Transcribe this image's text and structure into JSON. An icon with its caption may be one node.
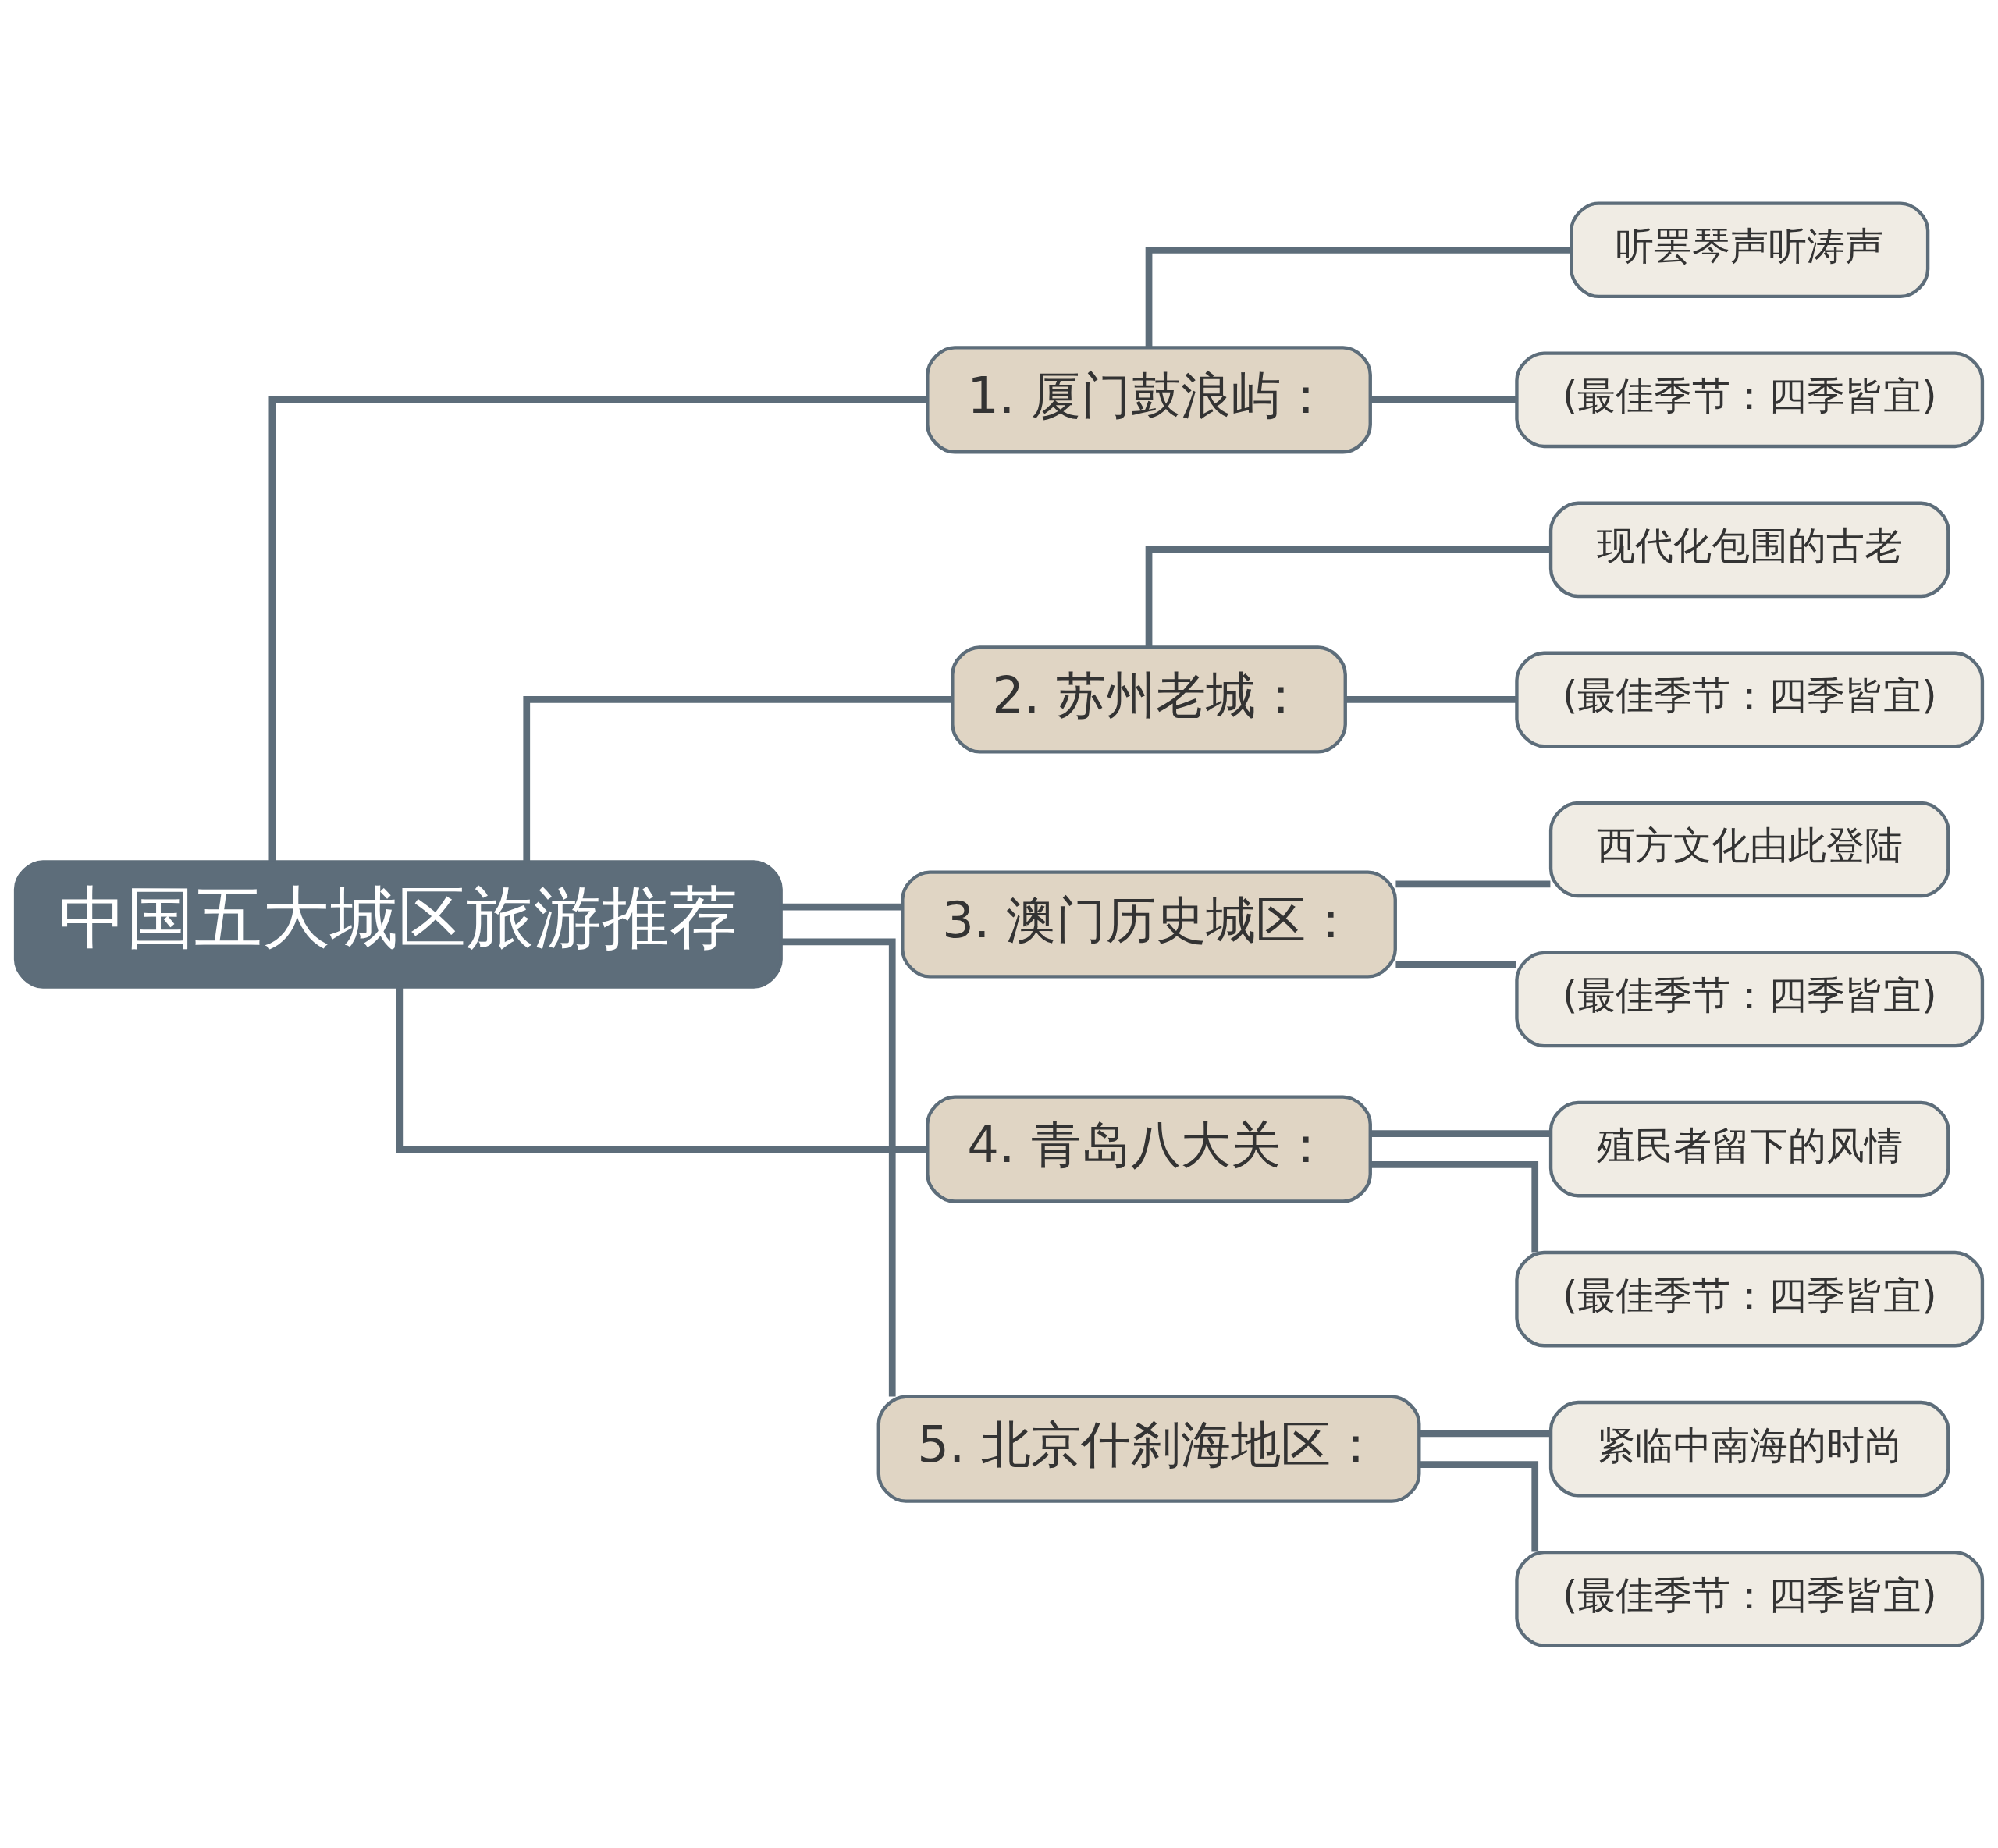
{
  "diagram": {
    "nodes": [
      {
        "text": [
          "中国五大城区旅游推荐"
        ]
      },
      {
        "text": [
          "1. 厦门鼓浪屿："
        ]
      },
      {
        "text": [
          "听罢琴声听涛声"
        ]
      },
      {
        "text": [
          "(最佳季节：四季皆宜)"
        ]
      },
      {
        "text": [
          "2. 苏州老城："
        ]
      },
      {
        "text": [
          "现代化包围的古老"
        ]
      },
      {
        "text": [
          "(最佳季节：四季皆宜)"
        ]
      },
      {
        "text": [
          "3. 澳门历史城区："
        ]
      },
      {
        "text": [
          "西方文化由此登陆"
        ]
      },
      {
        "text": [
          "(最佳季节：四季皆宜)"
        ]
      },
      {
        "text": [
          "4. 青岛八大关："
        ]
      },
      {
        "text": [
          "殖民者留下的风情"
        ]
      },
      {
        "text": [
          "(最佳季节：四季皆宜)"
        ]
      },
      {
        "text": [
          "5. 北京什刹海地区："
        ]
      },
      {
        "text": [
          "紧临中南海的时尚"
        ]
      },
      {
        "text": [
          "(最佳季节：四季皆宜)"
        ]
      }
    ],
    "edges": [
      {
        "from": 0,
        "to": 1,
        "arrow": "none"
      },
      {
        "from": 1,
        "to": 2,
        "arrow": "none"
      },
      {
        "from": 1,
        "to": 3,
        "arrow": "none"
      },
      {
        "from": 0,
        "to": 4,
        "arrow": "none"
      },
      {
        "from": 4,
        "to": 5,
        "arrow": "none"
      },
      {
        "from": 4,
        "to": 6,
        "arrow": "none"
      },
      {
        "from": 0,
        "to": 7,
        "arrow": "none"
      },
      {
        "from": 7,
        "to": 8,
        "arrow": "none"
      },
      {
        "from": 7,
        "to": 9,
        "arrow": "none"
      },
      {
        "from": 0,
        "to": 10,
        "arrow": "none"
      },
      {
        "from": 10,
        "to": 11,
        "arrow": "none"
      },
      {
        "from": 10,
        "to": 12,
        "arrow": "none"
      },
      {
        "from": 0,
        "to": 13,
        "arrow": "none"
      },
      {
        "from": 13,
        "to": 14,
        "arrow": "none"
      },
      {
        "from": 13,
        "to": 15,
        "arrow": "none"
      }
    ]
  }
}
